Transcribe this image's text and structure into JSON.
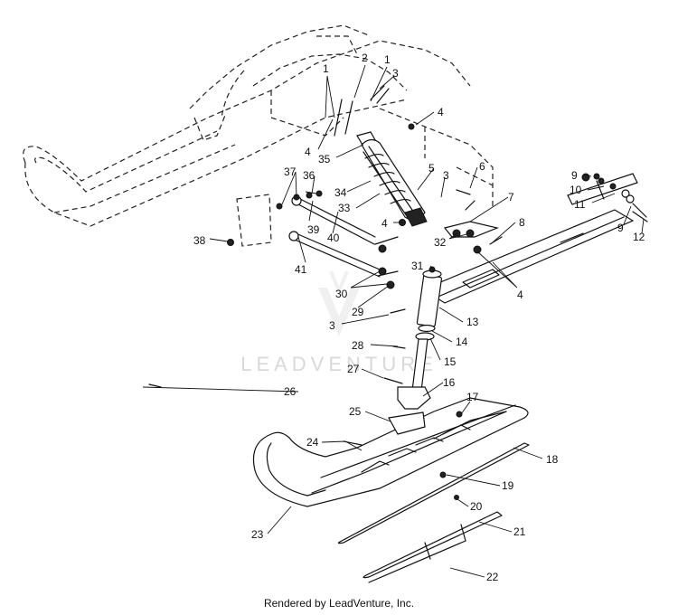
{
  "watermark": "LEADVENTURE",
  "footer": "Rendered by LeadVenture, Inc.",
  "callouts": [
    "1",
    "2",
    "1",
    "3",
    "4",
    "4",
    "35",
    "5",
    "6",
    "3",
    "34",
    "33",
    "4",
    "7",
    "8",
    "9",
    "10",
    "11",
    "9",
    "12",
    "37",
    "36",
    "39",
    "40",
    "38",
    "32",
    "4",
    "31",
    "41",
    "30",
    "29",
    "3",
    "13",
    "28",
    "14",
    "15",
    "27",
    "16",
    "26",
    "17",
    "25",
    "24",
    "18",
    "19",
    "20",
    "21",
    "22",
    "23"
  ]
}
